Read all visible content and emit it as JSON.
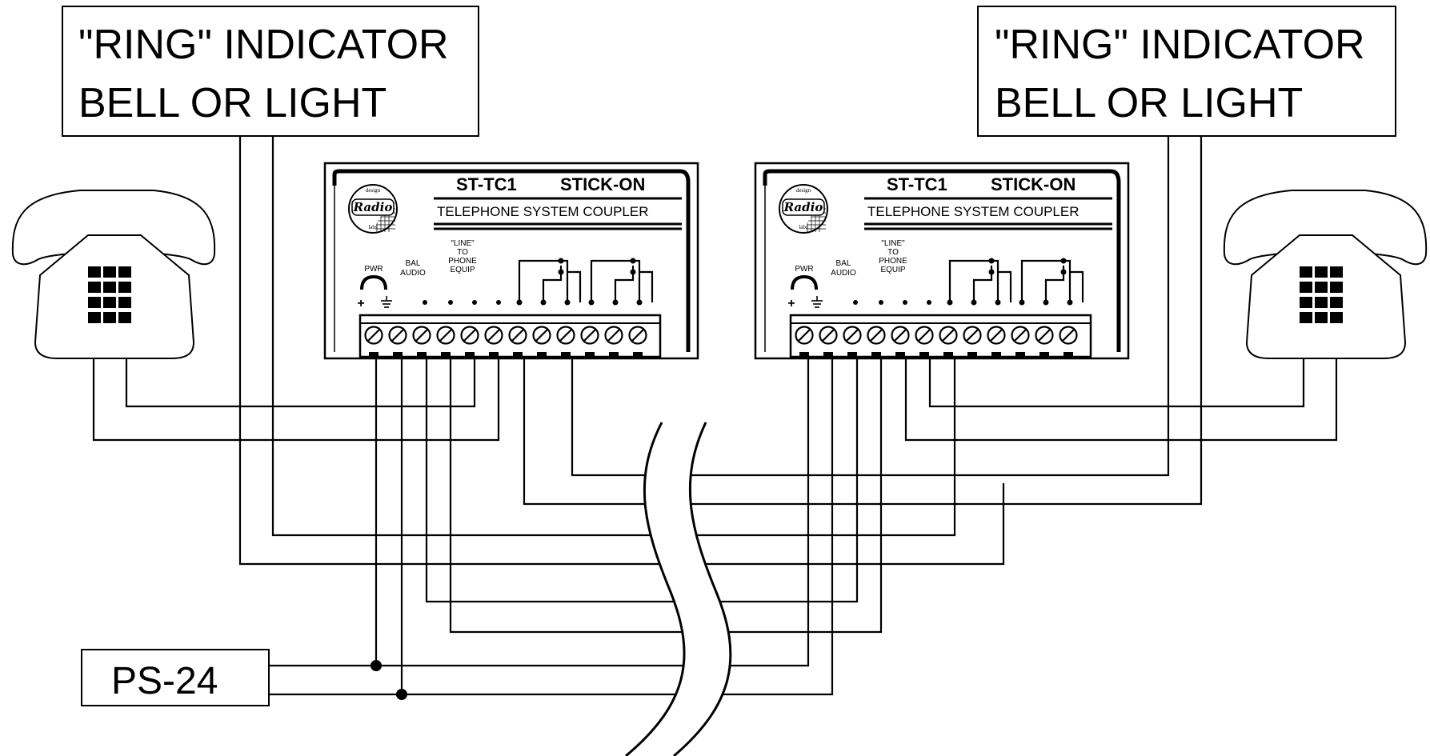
{
  "indicator_boxes": [
    {
      "line1": "\"RING\" INDICATOR",
      "line2": "BELL OR LIGHT"
    },
    {
      "line1": "\"RING\" INDICATOR",
      "line2": "BELL OR LIGHT"
    }
  ],
  "coupler": {
    "model": "ST-TC1",
    "series": "STICK-ON",
    "description": "TELEPHONE SYSTEM COUPLER",
    "logo_text": "Radio",
    "logo_top": "design",
    "logo_bottom": "labs",
    "pwr_label": "PWR",
    "plus_label": "+",
    "bal_audio_line1": "BAL",
    "bal_audio_line2": "AUDIO",
    "line_label1": "\"LINE\"",
    "line_label2": "TO",
    "line_label3": "PHONE",
    "line_label4": "EQUIP",
    "terminal_count": 12
  },
  "power_supply": {
    "label": "PS-24"
  },
  "icons": [
    "telephone-icon",
    "radio-design-labs-logo",
    "ground-symbol-icon",
    "break-line-symbol"
  ]
}
